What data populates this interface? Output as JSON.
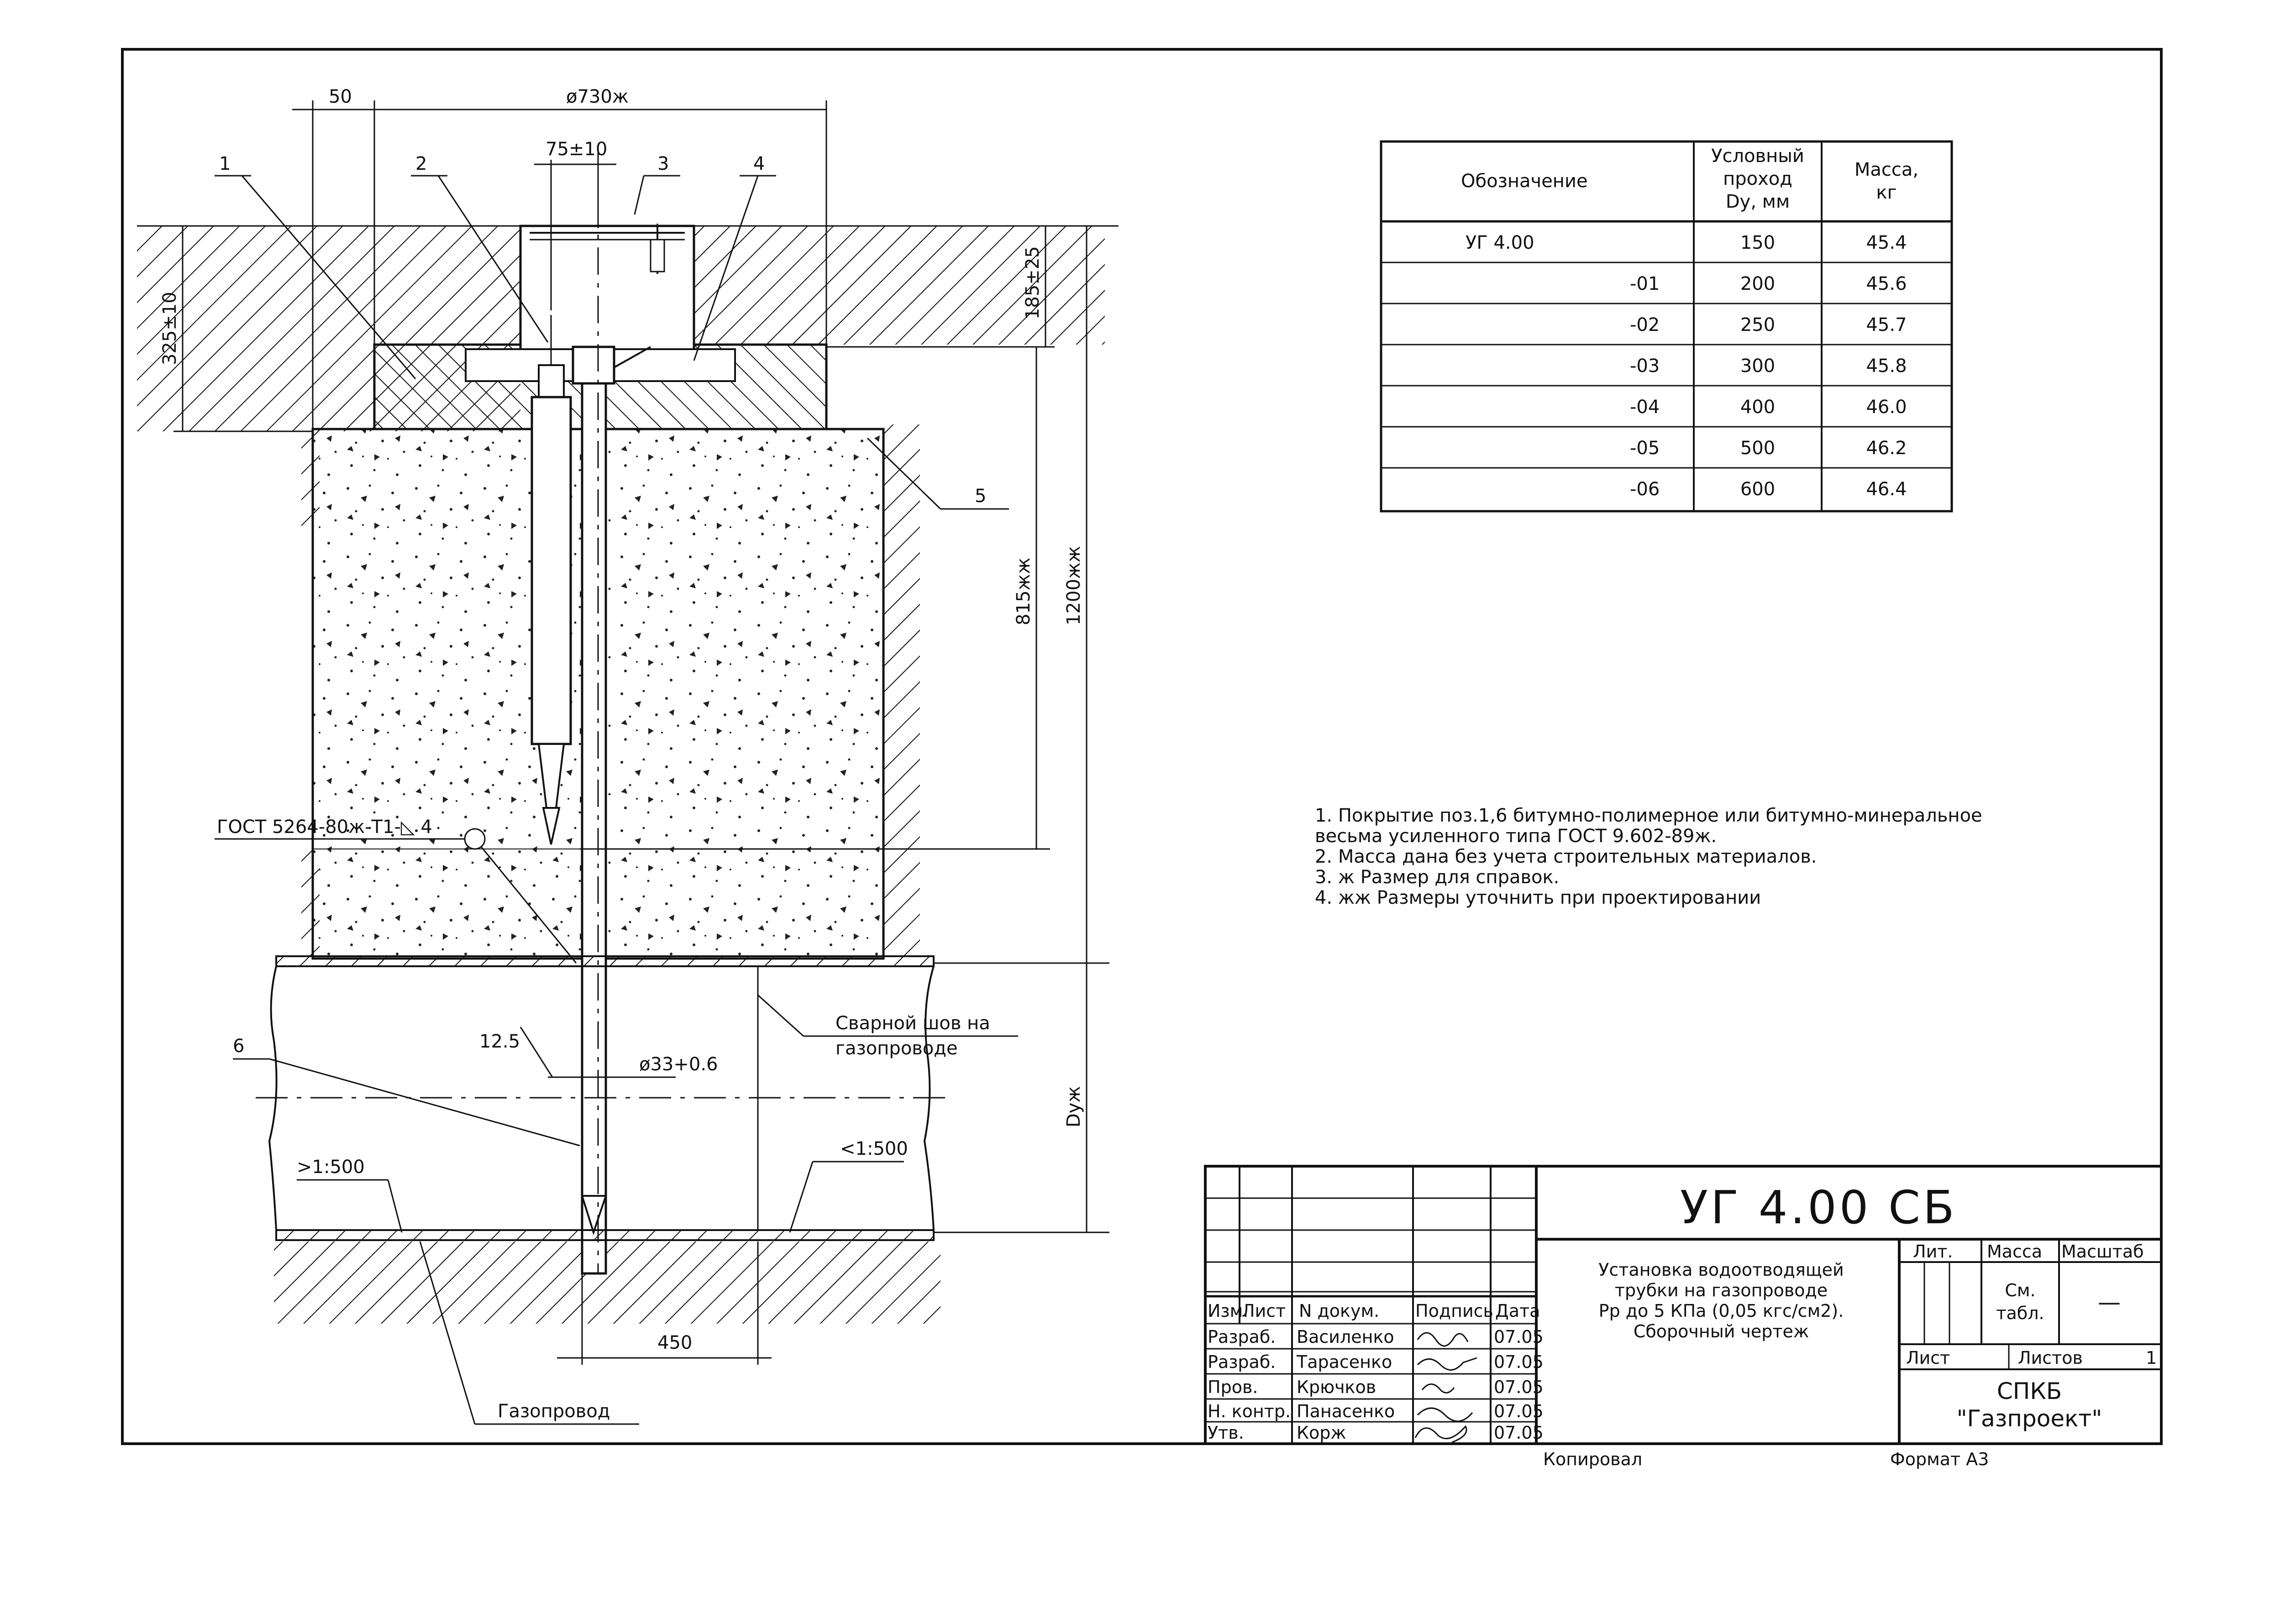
{
  "drawing": {
    "callouts": [
      "1",
      "2",
      "3",
      "4",
      "5",
      "6"
    ],
    "dims": {
      "d50": "50",
      "d730": "ø730ж",
      "d75": "75±10",
      "d325": "325±10",
      "d185": "185±25",
      "d815": "815жж",
      "d1200": "1200жж",
      "d450": "450",
      "d33": "ø33+0.6",
      "d125": "12.5",
      "dy": "Dyж"
    },
    "weld_label": "ГОСТ 5264-80ж-Т1-◺ 4",
    "weld_seam": [
      "Сварной шов на",
      "газопроводе"
    ],
    "slope_left": ">1:500",
    "slope_right": "<1:500",
    "pipe_label": "Газопровод"
  },
  "table": {
    "headers": [
      "Обозначение",
      "Условный\nпроход\nDy, мм",
      "Масса,\nкг"
    ],
    "rows": [
      [
        "УГ 4.00",
        "150",
        "45.4"
      ],
      [
        "-01",
        "200",
        "45.6"
      ],
      [
        "-02",
        "250",
        "45.7"
      ],
      [
        "-03",
        "300",
        "45.8"
      ],
      [
        "-04",
        "400",
        "46.0"
      ],
      [
        "-05",
        "500",
        "46.2"
      ],
      [
        "-06",
        "600",
        "46.4"
      ]
    ]
  },
  "notes": [
    "1. Покрытие поз.1,6 битумно-полимерное или битумно-минеральное",
    "весьма усиленного типа ГОСТ 9.602-89ж.",
    "2. Масса дана без учета строительных материалов.",
    "3. ж Размер для справок.",
    "4. жж Размеры уточнить при проектировании"
  ],
  "title_block": {
    "code": "УГ 4.00 СБ",
    "title_lines": [
      "Установка водоотводящей",
      "трубки на газопроводе",
      "Рр до 5 КПа (0,05 кгс/см2).",
      "Сборочный чертеж"
    ],
    "col_headers": [
      "Изм.",
      "Лист",
      "N докум.",
      "Подпись",
      "Дата"
    ],
    "signers": [
      {
        "role": "Разраб.",
        "name": "Василенко",
        "date": "07.05"
      },
      {
        "role": "Разраб.",
        "name": "Тарасенко",
        "date": "07.05"
      },
      {
        "role": "Пров.",
        "name": "Крючков",
        "date": "07.05"
      },
      {
        "role": "Н. контр.",
        "name": "Панасенко",
        "date": "07.05"
      },
      {
        "role": "Утв.",
        "name": "Корж",
        "date": "07.05"
      }
    ],
    "lit": "Лит.",
    "mass": "Масса",
    "scale": "Масштаб",
    "mass_value": [
      "См.",
      "табл."
    ],
    "scale_value": "—",
    "sheet": "Лист",
    "sheets": "Листов",
    "sheets_value": "1",
    "org": [
      "СПКБ",
      "\"Газпроект\""
    ],
    "copied": "Копировал",
    "format": "Формат А3"
  }
}
